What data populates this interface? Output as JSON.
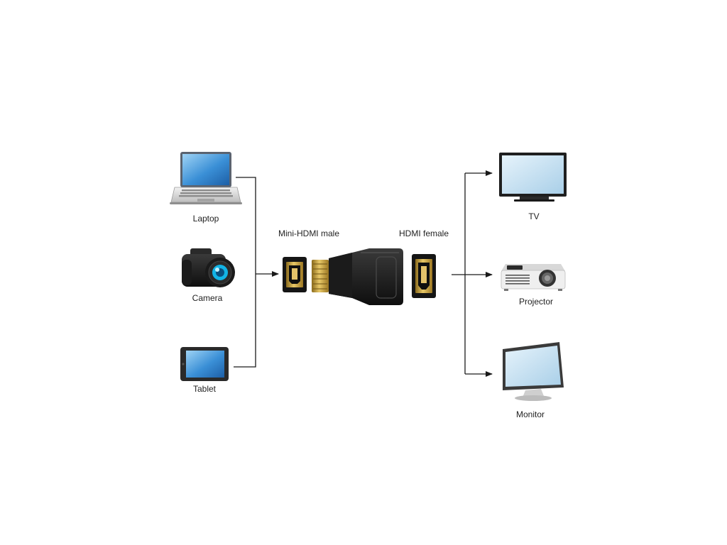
{
  "sources": {
    "laptop": "Laptop",
    "camera": "Camera",
    "tablet": "Tablet"
  },
  "adapter": {
    "mini_hdmi_male": "Mini-HDMI male",
    "hdmi_female": "HDMI female"
  },
  "destinations": {
    "tv": "TV",
    "projector": "Projector",
    "monitor": "Monitor"
  },
  "colors": {
    "line": "#1a1a1a",
    "gold": "#c9a640",
    "screen_blue": "#3a8fd6",
    "lens_cyan": "#12b4e6"
  }
}
